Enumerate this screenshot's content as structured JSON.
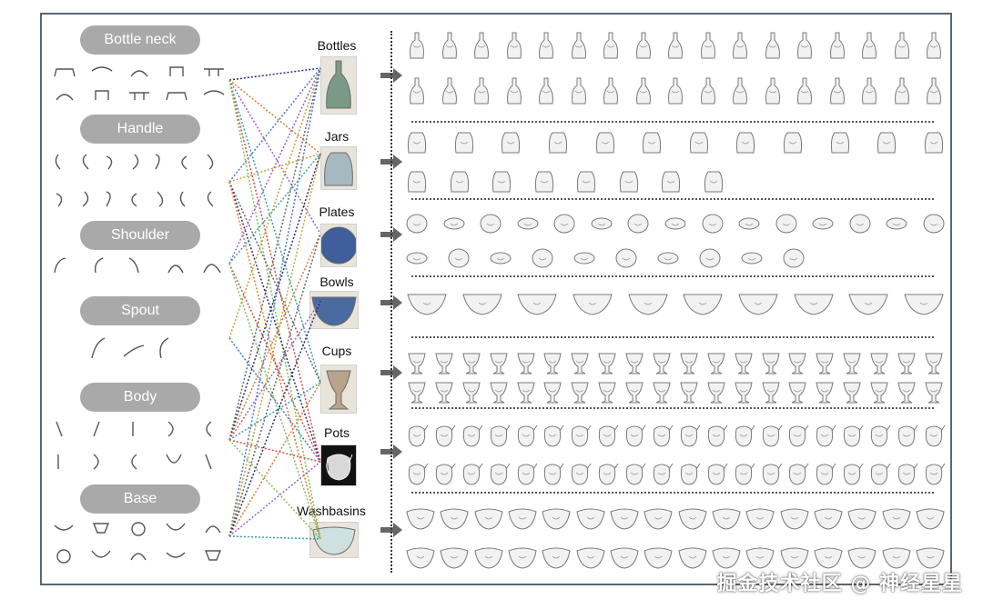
{
  "parts": [
    {
      "label": "Bottle neck",
      "icon": "neck-shape-icon"
    },
    {
      "label": "Handle",
      "icon": "handle-shape-icon"
    },
    {
      "label": "Shoulder",
      "icon": "shoulder-shape-icon"
    },
    {
      "label": "Spout",
      "icon": "spout-shape-icon"
    },
    {
      "label": "Body",
      "icon": "body-shape-icon"
    },
    {
      "label": "Base",
      "icon": "base-shape-icon"
    }
  ],
  "categories": [
    {
      "label": "Bottles",
      "photo": "bottle-photo",
      "color": "#7a9a86"
    },
    {
      "label": "Jars",
      "photo": "jar-photo",
      "color": "#a8b8c0"
    },
    {
      "label": "Plates",
      "photo": "plate-photo",
      "color": "#3f5e9c"
    },
    {
      "label": "Bowls",
      "photo": "bowl-photo",
      "color": "#4a6aa0"
    },
    {
      "label": "Cups",
      "photo": "cup-photo",
      "color": "#b7a48a"
    },
    {
      "label": "Pots",
      "photo": "pot-photo",
      "color": "#d8d8d8"
    },
    {
      "label": "Washbasins",
      "photo": "washbasin-photo",
      "color": "#cfe0e0"
    }
  ],
  "link_colors": [
    "#2b2b6b",
    "#e07a2e",
    "#9a63c9",
    "#3aa0a0",
    "#d94a4a",
    "#7cbf5a",
    "#4a74d0",
    "#c2a23a",
    "#666666"
  ],
  "watermark": "掘金技术社区 @ 神经星星"
}
